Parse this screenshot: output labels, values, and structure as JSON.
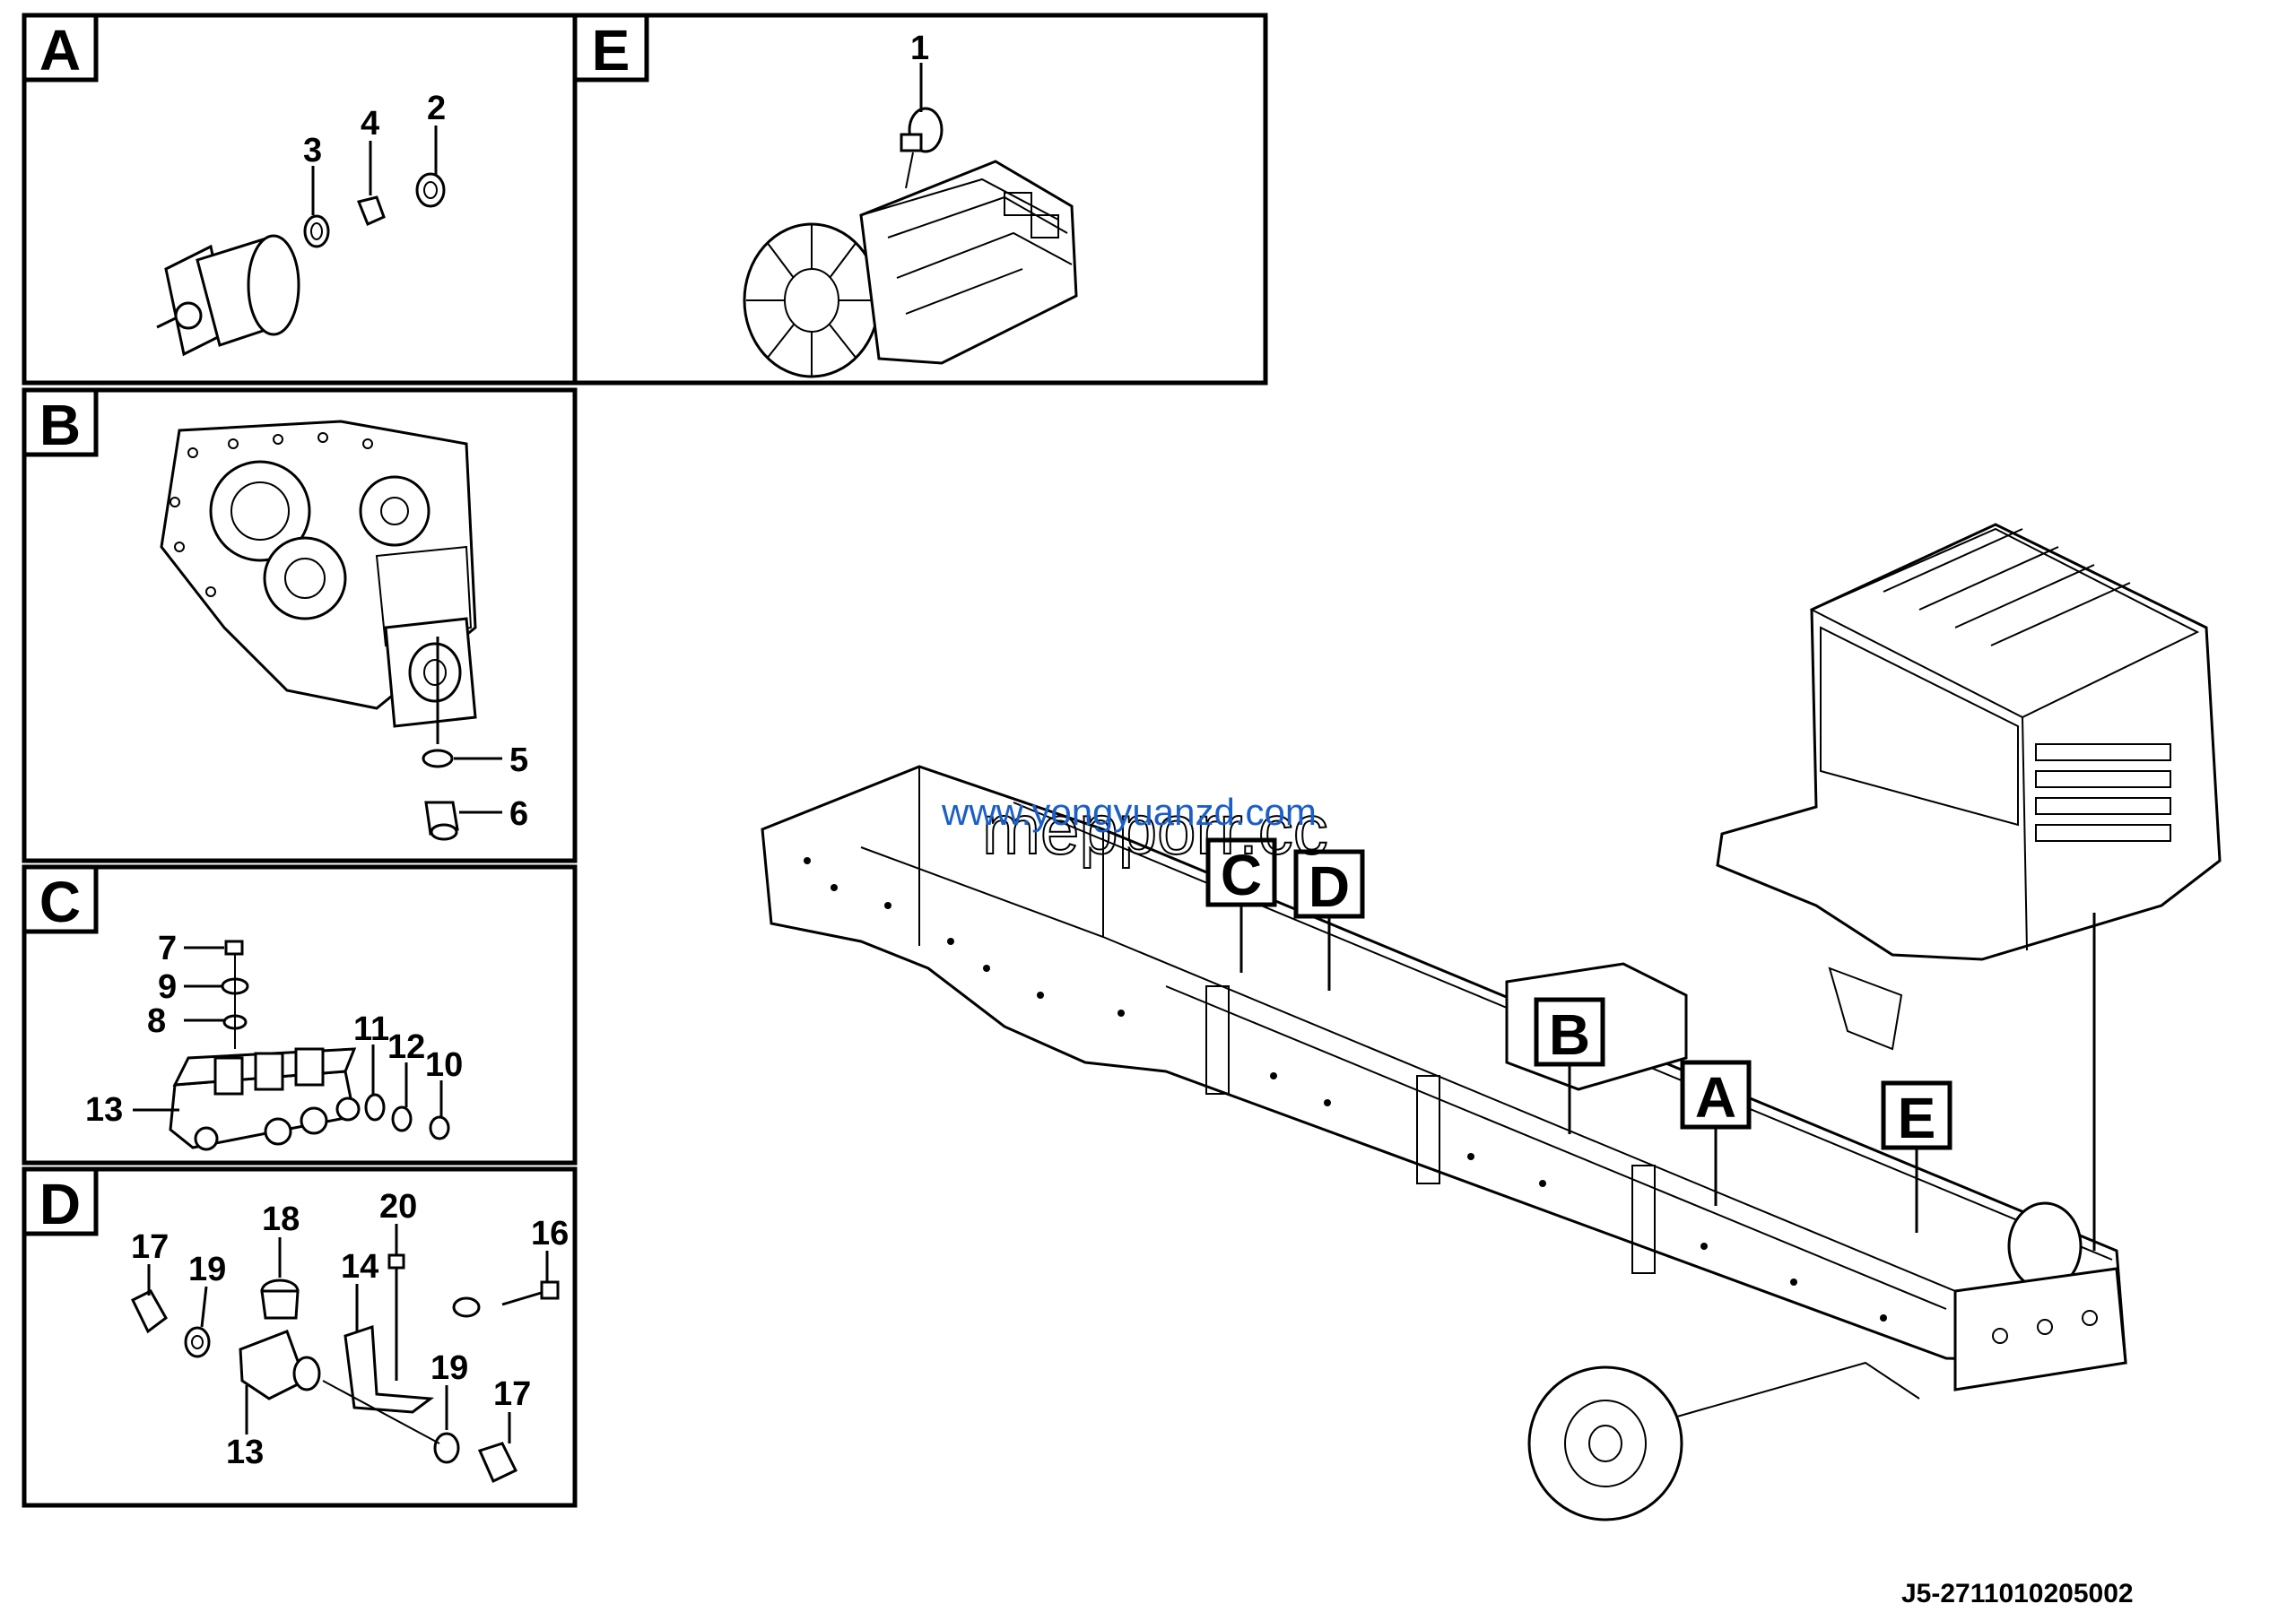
{
  "panels": {
    "A": {
      "letter": "A",
      "parts": [
        "3",
        "4",
        "2"
      ]
    },
    "B": {
      "letter": "B",
      "parts": [
        "5",
        "6"
      ]
    },
    "C": {
      "letter": "C",
      "parts": [
        "7",
        "9",
        "8",
        "11",
        "12",
        "10",
        "13"
      ]
    },
    "D": {
      "letter": "D",
      "parts": [
        "18",
        "20",
        "16",
        "17",
        "19",
        "14",
        "19",
        "17",
        "13"
      ]
    },
    "E": {
      "letter": "E",
      "parts": [
        "1"
      ]
    }
  },
  "callouts": [
    "C",
    "D",
    "B",
    "A",
    "E"
  ],
  "watermark": {
    "url": "www.yongyuanzd.com",
    "site": "mepporr.cc"
  },
  "drawing_code": "J5-2711010205002",
  "colors": {
    "watermark": "#1a5fc8",
    "line": "#000000"
  }
}
